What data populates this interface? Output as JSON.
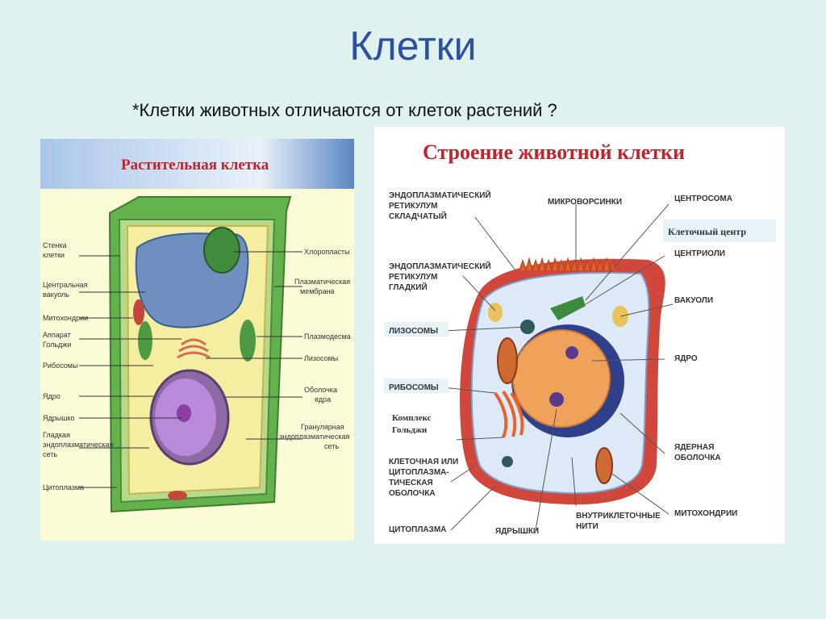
{
  "slide": {
    "title": "Клетки",
    "subtitle": "*Клетки животных отличаются от клеток растений  ?"
  },
  "plant_cell": {
    "heading": "Растительная клетка",
    "labels_left": [
      [
        "Стенка",
        "клетки"
      ],
      [
        "Центральная",
        "вакуоль"
      ],
      [
        "Митохондрии"
      ],
      [
        "Аппарат",
        "Гольджи"
      ],
      [
        "Рибосомы"
      ],
      [
        "Ядро"
      ],
      [
        "Ядрышко"
      ],
      [
        "Гладкая",
        "эндоплазматическая",
        "сеть"
      ],
      [
        "Цитоплазма"
      ]
    ],
    "labels_right": [
      [
        "Хлоропласты"
      ],
      [
        "Плазматическая",
        "мембрана"
      ],
      [
        "Плазмодесма"
      ],
      [
        "Лизосомы"
      ],
      [
        "Оболочка",
        "ядра"
      ],
      [
        "Гранулярная",
        "эндоплазматическая",
        "сеть"
      ]
    ]
  },
  "animal_cell": {
    "heading": "Строение животной клетки",
    "labels": {
      "er_rough": [
        "ЭНДОПЛАЗМАТИЧЕСКИЙ",
        "РЕТИКУЛУМ",
        "СКЛАДЧАТЫЙ"
      ],
      "microvilli": [
        "МИКРОВОРСИНКИ"
      ],
      "centrosome": [
        "ЦЕНТРОСОМА"
      ],
      "cell_center": [
        "Клеточный центр"
      ],
      "er_smooth": [
        "ЭНДОПЛАЗМАТИЧЕСКИЙ",
        "РЕТИКУЛУМ",
        "ГЛАДКИЙ"
      ],
      "centrioles": [
        "ЦЕНТРИОЛИ"
      ],
      "vacuoles": [
        "ВАКУОЛИ"
      ],
      "lysosomes": [
        "ЛИЗОСОМЫ"
      ],
      "nucleus": [
        "ЯДРО"
      ],
      "ribosomes": [
        "РИБОСОМЫ"
      ],
      "golgi": [
        "Комплекс",
        "Гольджи"
      ],
      "nuclear_envelope": [
        "ЯДЕРНАЯ",
        "ОБОЛОЧКА"
      ],
      "membrane": [
        "КЛЕТОЧНАЯ ИЛИ",
        "ЦИТОПЛАЗМА-",
        "ТИЧЕСКАЯ",
        "ОБОЛОЧКА"
      ],
      "mitochondria": [
        "МИТОХОНДРИИ"
      ],
      "cytoplasm": [
        "ЦИТОПЛАЗМА"
      ],
      "nucleoli": [
        "ЯДРЫШКИ"
      ],
      "filaments": [
        "ВНУТРИКЛЕТОЧНЫЕ",
        "НИТИ"
      ]
    }
  },
  "colors": {
    "title": "#2b4fa3",
    "background": "#dff2ef",
    "heading_red": "#c0242c",
    "cell_wall_green": "#5fae4a",
    "nucleus_purple": "#a66ad4"
  }
}
